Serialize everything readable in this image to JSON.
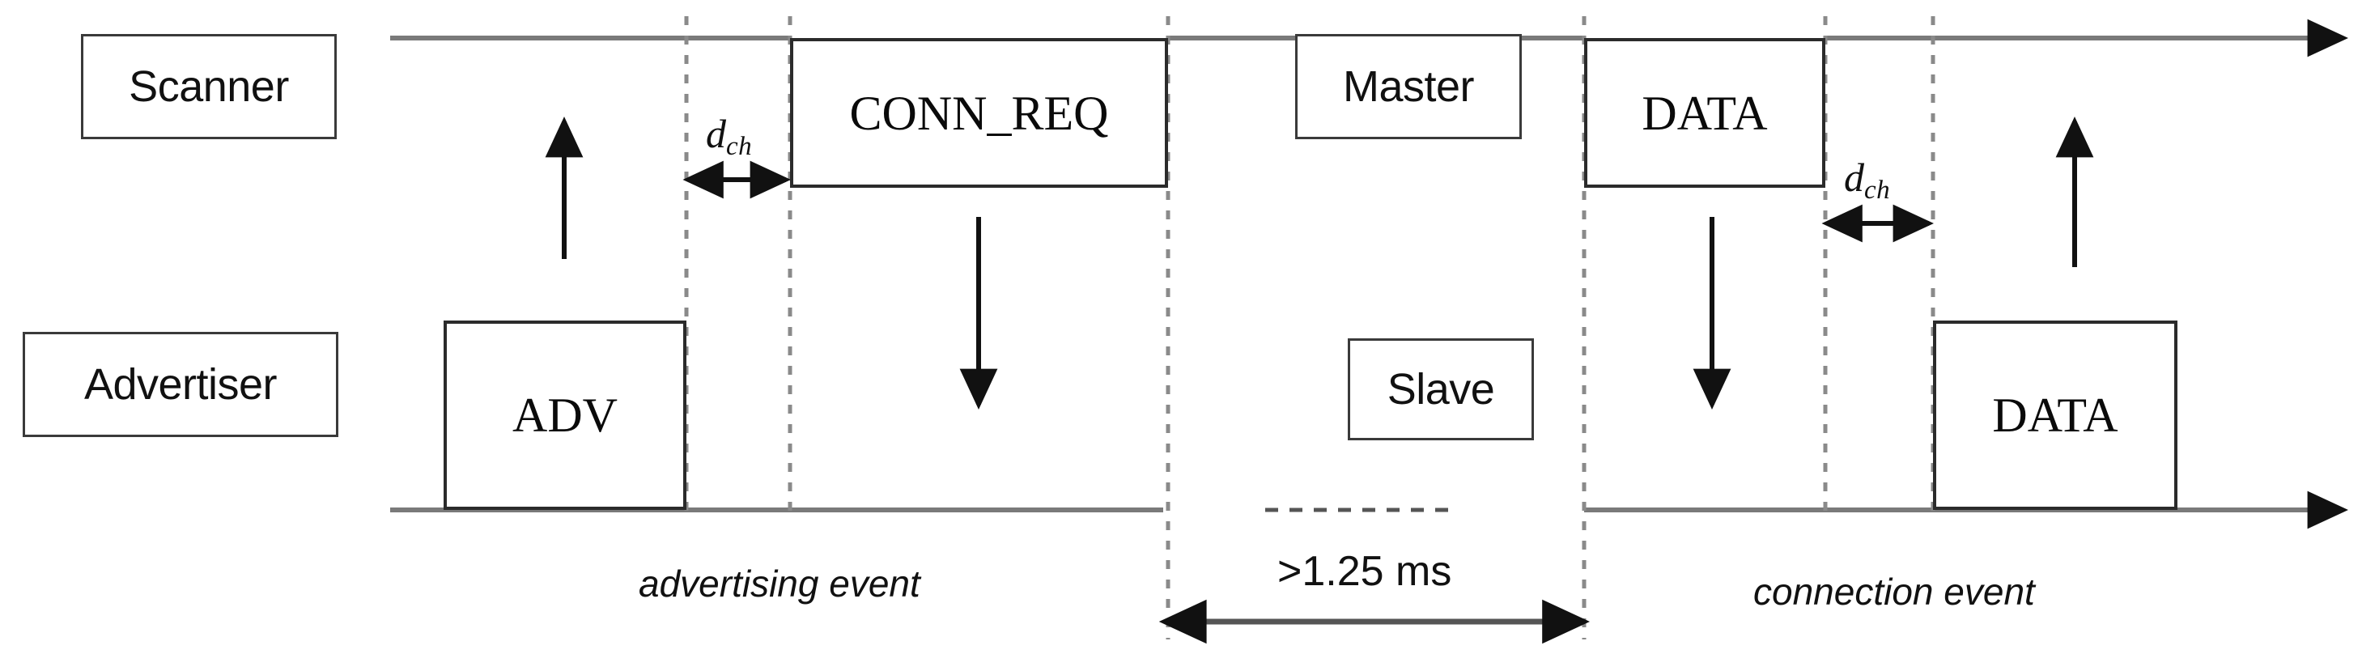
{
  "diagram": {
    "title_roles": {
      "scanner": "Scanner",
      "advertiser": "Advertiser",
      "master": "Master",
      "slave": "Slave"
    },
    "packets": {
      "adv": "ADV",
      "conn_req": "CONN_REQ",
      "data_master": "DATA",
      "data_slave": "DATA"
    },
    "annotations": {
      "dch_left": "d",
      "dch_left_sub": "ch",
      "dch_right": "d",
      "dch_right_sub": "ch",
      "advertising_event": "advertising event",
      "connection_event": "connection event",
      "inter_event_gap": ">1.25 ms"
    },
    "colors": {
      "timeline": "#7a7a7a",
      "packet_border": "#2b2b2b",
      "role_border": "#3a3a3a",
      "dashed_guide": "#8a8a8a",
      "arrow": "#111111",
      "text": "#111111",
      "background": "#ffffff"
    }
  }
}
